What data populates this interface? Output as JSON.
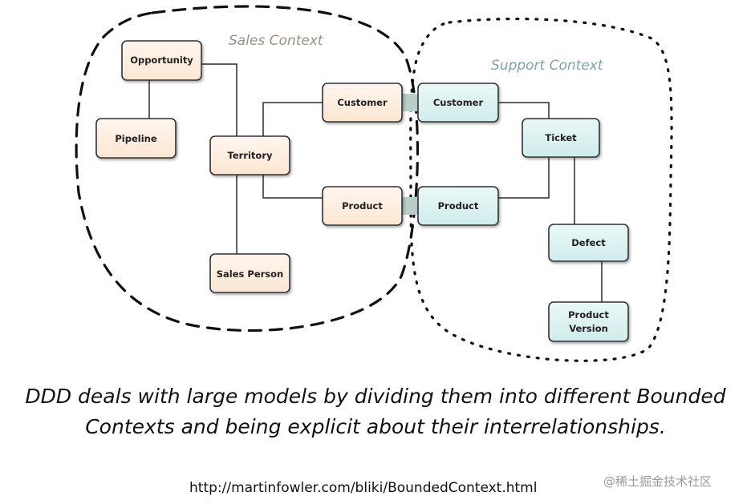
{
  "contexts": {
    "sales": {
      "title": "Sales Context",
      "color": "#9b8f83"
    },
    "support": {
      "title": "Support Context",
      "color": "#7fa3a1"
    }
  },
  "colors": {
    "sales_fill": "#fbe6d2",
    "support_fill": "#cfeceb",
    "box_stroke": "#333333",
    "link": "#2a2a2a",
    "shared_link": "#b9cec6"
  },
  "entities": {
    "opportunity": "Opportunity",
    "pipeline": "Pipeline",
    "territory": "Territory",
    "sales_person": "Sales Person",
    "sales_customer": "Customer",
    "sales_product": "Product",
    "support_customer": "Customer",
    "support_product": "Product",
    "ticket": "Ticket",
    "defect": "Defect",
    "product_version_line1": "Product",
    "product_version_line2": "Version"
  },
  "caption": {
    "line1": "DDD deals with large models by dividing them into different Bounded",
    "line2": "Contexts and being explicit about their interrelationships."
  },
  "source_url": "http://martinfowler.com/bliki/BoundedContext.html",
  "watermark": "@稀土掘金技术社区"
}
